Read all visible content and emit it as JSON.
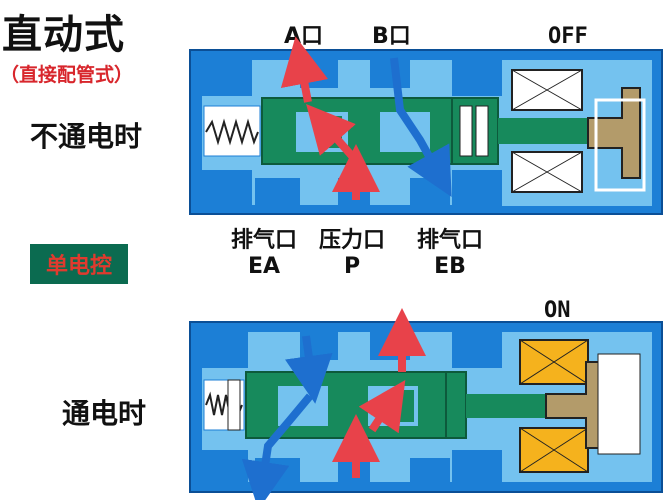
{
  "title": "直动式",
  "subtitle": "（直接配管式）",
  "control_type": "单电控",
  "states": {
    "off": {
      "label": "不通电时",
      "mode": "OFF"
    },
    "on": {
      "label": "通电时",
      "mode": "ON"
    }
  },
  "ports": {
    "a": "A口",
    "b": "B口",
    "ea": {
      "name": "排气口",
      "code": "EA"
    },
    "p": {
      "name": "压力口",
      "code": "P"
    },
    "eb": {
      "name": "排气口",
      "code": "EB"
    }
  },
  "colors": {
    "body": "#1c7fd6",
    "cavity": "#74c2ef",
    "spool": "#178a5c",
    "coil_off": "#ffffff",
    "coil_on": "#f5b21d",
    "plunger": "#b39b6a",
    "arrow_supply": "#e8424a",
    "arrow_exhaust": "#1e6fcf",
    "badge": "#0b6b50",
    "subtitle": "#d8262c"
  }
}
